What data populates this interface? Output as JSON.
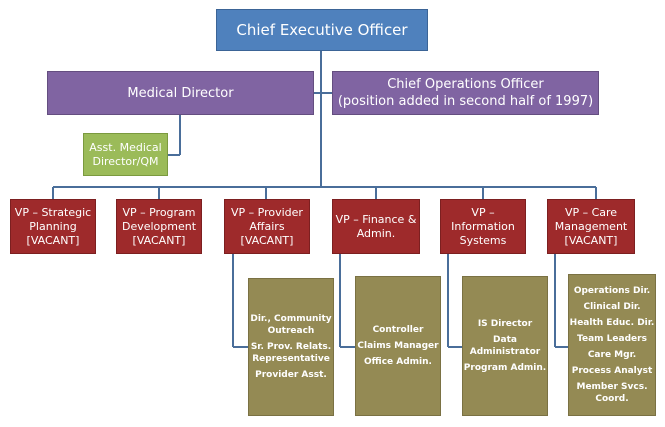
{
  "ceo": "Chief Executive Officer",
  "medical_director": "Medical Director",
  "coo": {
    "line1": "Chief Operations Officer",
    "line2": "(position added in second half of 1997)"
  },
  "asst_medical_director": "Asst. Medical\nDirector/QM",
  "vps": [
    {
      "label": "VP – Strategic\nPlanning\n[VACANT]"
    },
    {
      "label": "VP – Program\nDevelopment\n[VACANT]"
    },
    {
      "label": "VP – Provider\nAffairs\n[VACANT]"
    },
    {
      "label": "VP – Finance &\nAdmin."
    },
    {
      "label": "VP –\nInformation\nSystems"
    },
    {
      "label": "VP – Care\nManagement\n[VACANT]"
    }
  ],
  "staff": {
    "provider_affairs": [
      "Dir., Community\nOutreach",
      "Sr. Prov. Relats.\nRepresentative",
      "Provider Asst."
    ],
    "finance": [
      "Controller",
      "Claims Manager",
      "Office Admin."
    ],
    "information_systems": [
      "IS Director",
      "Data\nAdministrator",
      "Program Admin."
    ],
    "care_management": [
      "Operations Dir.",
      "Clinical Dir.",
      "Health Educ. Dir.",
      "Team Leaders",
      "Care Mgr.",
      "Process Analyst",
      "Member Svcs.\nCoord."
    ]
  },
  "colors": {
    "ceo": "#4F81BD",
    "level2": "#8064A2",
    "assistant": "#9BBB59",
    "vp": "#9E2A2B",
    "staff": "#948A54",
    "connector": "#4A6E9A"
  }
}
